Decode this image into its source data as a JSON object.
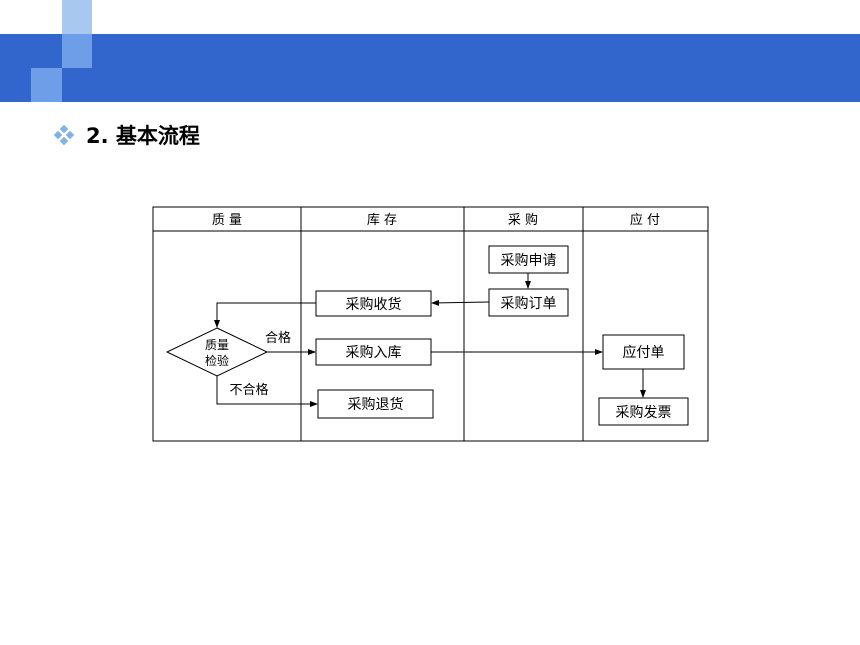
{
  "slide": {
    "heading": "2. 基本流程",
    "bullet_icon": "diamond-cluster-icon",
    "accent_color": "#3366cc"
  },
  "diagram": {
    "lanes": [
      "质 量",
      "库 存",
      "采 购",
      "应 付"
    ],
    "nodes": {
      "purchase_request": "采购申请",
      "purchase_order": "采购订单",
      "purchase_receipt": "采购收货",
      "quality_check_line1": "质量",
      "quality_check_line2": "检验",
      "purchase_warehousing": "采购入库",
      "purchase_return": "采购退货",
      "payable_bill": "应付单",
      "purchase_invoice": "采购发票"
    },
    "edge_labels": {
      "pass": "合格",
      "fail": "不合格"
    }
  }
}
